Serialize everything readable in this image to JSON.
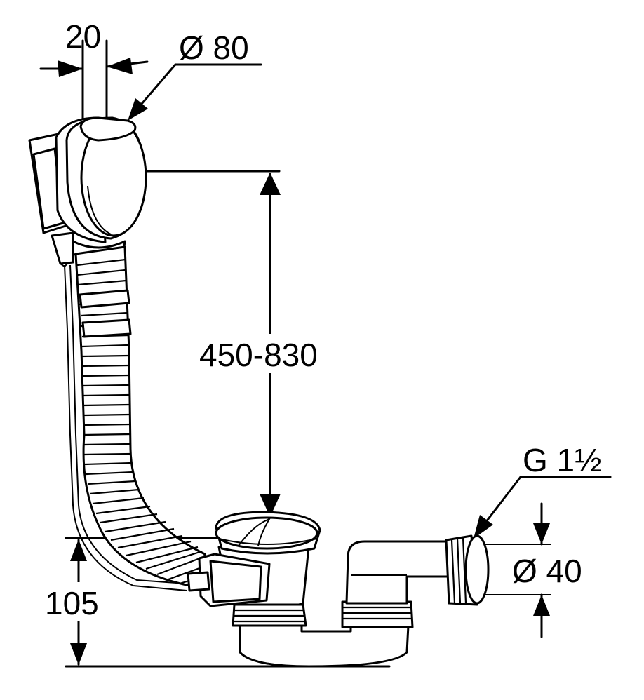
{
  "dimensions": {
    "overflow_width": "20",
    "overflow_diameter": "Ø 80",
    "height_range": "450-830",
    "thread": "G 1½",
    "outlet_diameter": "Ø 40",
    "waste_height": "105"
  }
}
